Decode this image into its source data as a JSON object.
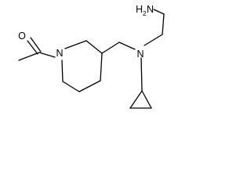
{
  "molecule": {
    "atoms": {
      "oxygen": "O",
      "ring_nitrogen": "N",
      "amine_nitrogen": "N",
      "amino_group": {
        "element": "H",
        "count": "2",
        "suffix": "N"
      }
    },
    "colors": {
      "bond": "#000000",
      "label": "#000000",
      "background": "#ffffff"
    }
  }
}
